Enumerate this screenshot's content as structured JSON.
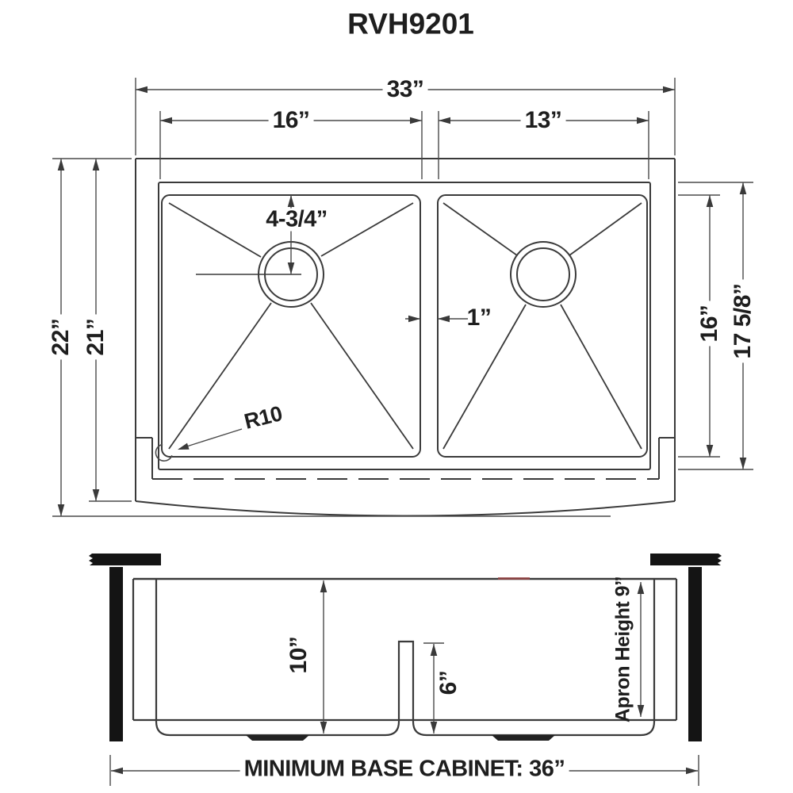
{
  "title": "RVH9201",
  "top_view": {
    "dim_overall_width": "33”",
    "dim_left_bowl_width": "16”",
    "dim_right_bowl_width": "13”",
    "dim_overall_depth": "22”",
    "dim_rim_depth": "21”",
    "dim_bowl_inner_depth": "16”",
    "dim_bowl_outer_depth": "17 5/8”",
    "dim_drain_offset": "4-3/4”",
    "dim_divider_width": "1”",
    "corner_radius_label": "R10"
  },
  "front_view": {
    "dim_bowl_depth": "10”",
    "dim_divider_height": "6”",
    "dim_apron_height": "Apron Height  9”",
    "dim_base_cabinet": "MINIMUM BASE CABINET: 36”"
  },
  "colors": {
    "object_line": "#3a3a3a",
    "dimension_line": "#4a4a4a",
    "text": "#1e1e1e",
    "cabinet_fill": "#141414",
    "artifact_red": "#9a4545"
  }
}
